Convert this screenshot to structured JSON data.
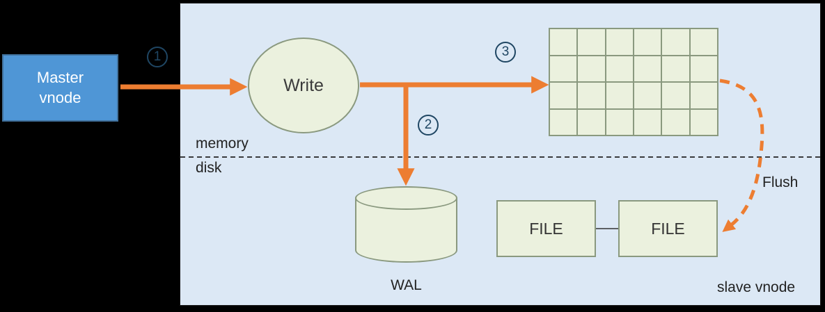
{
  "diagram": {
    "master_vnode": {
      "label": "Master vnode"
    },
    "write_node": {
      "label": "Write"
    },
    "steps": [
      {
        "number": "1"
      },
      {
        "number": "2"
      },
      {
        "number": "3"
      }
    ],
    "memory_label": "memory",
    "disk_label": "disk",
    "grid": {
      "rows": 4,
      "cols": 6
    },
    "wal": {
      "label": "WAL"
    },
    "files": [
      {
        "label": "FILE"
      },
      {
        "label": "FILE"
      }
    ],
    "flush_label": "Flush",
    "slave_vnode_label": "slave vnode",
    "colors": {
      "arrow_orange": "#ed7d31",
      "panel_blue": "#dce8f5",
      "node_green": "#ebf1de",
      "node_border": "#8a997f",
      "master_blue": "#4f96d6",
      "master_border": "#41719c",
      "step_navy": "#1f4663"
    }
  }
}
